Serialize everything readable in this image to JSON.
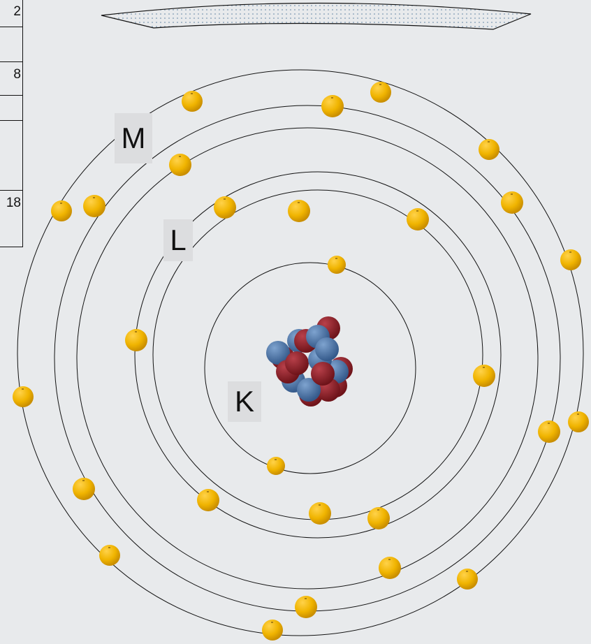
{
  "shells": [
    {
      "label": "K"
    },
    {
      "label": "L"
    },
    {
      "label": "M"
    }
  ],
  "side_table": {
    "values": [
      "2",
      "8",
      "18"
    ]
  },
  "colors": {
    "background": "#e8eaec",
    "orbit": "#111111",
    "electron": "#f0b400",
    "proton": "#8e1f24",
    "neutron": "#4b74a8"
  }
}
